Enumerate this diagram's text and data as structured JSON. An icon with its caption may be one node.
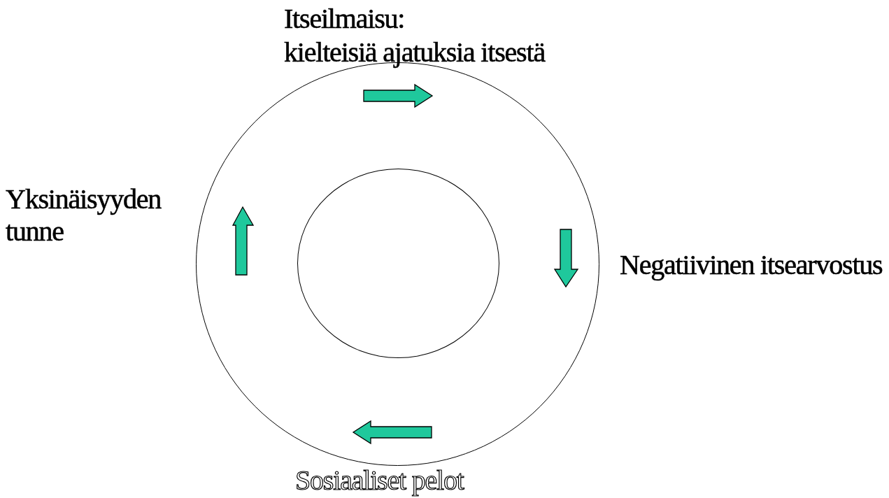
{
  "diagram": {
    "nodes": [
      {
        "text": [],
        "shape": "circle"
      },
      {
        "text": [],
        "shape": "circle",
        "in": 0
      }
    ],
    "labels": [
      "Itseilmaisu:",
      "kielteisiä ajatuksia itsestä",
      "Yksinäisyyden tunne",
      "Negatiivinen itsearvostus",
      "Sosiaaliset pelot"
    ]
  }
}
